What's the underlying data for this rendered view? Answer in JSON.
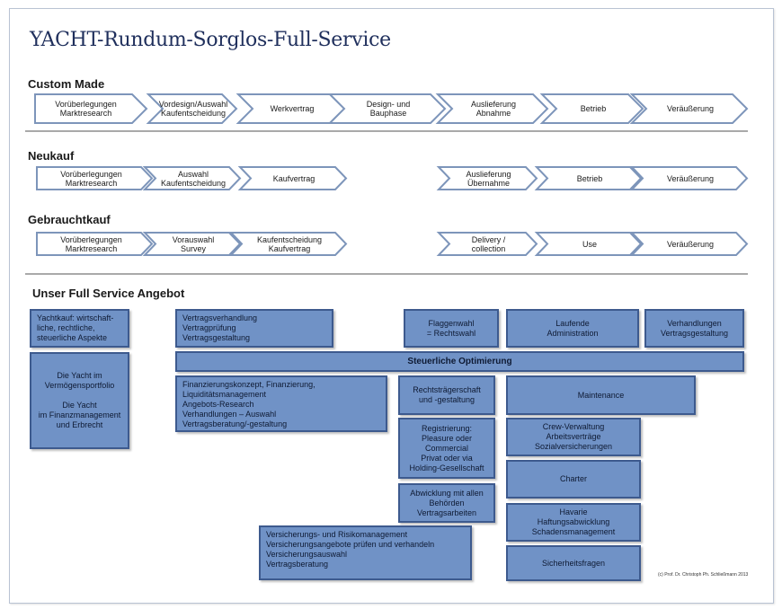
{
  "title": "YACHT-Rundum-Sorglos-Full-Service",
  "custom_made": {
    "heading": "Custom Made",
    "steps": [
      "Vorüberlegungen\nMarktresearch",
      "Vordesign/Auswahl\nKaufentscheidung",
      "Werkvertrag",
      "Design- und\nBauphase",
      "Auslieferung\nAbnahme",
      "Betrieb",
      "Veräußerung"
    ]
  },
  "neukauf": {
    "heading": "Neukauf",
    "steps": [
      "Vorüberlegungen\nMarktresearch",
      "Auswahl\nKaufentscheidung",
      "Kaufvertrag",
      "Auslieferung\nÜbernahme",
      "Betrieb",
      "Veräußerung"
    ]
  },
  "gebrauchtkauf": {
    "heading": "Gebrauchtkauf",
    "steps": [
      "Vorüberlegungen\nMarktresearch",
      "Vorauswahl\nSurvey",
      "Kaufentscheidung\nKaufvertrag",
      "Delivery /\ncollection",
      "Use",
      "Veräußerung"
    ]
  },
  "full_service": {
    "heading": "Unser Full Service Angebot",
    "boxes": {
      "yachtkauf": "Yachtkauf: wirtschaft-\nliche, rechtliche,\nsteuerliche Aspekte",
      "vermoegen": "Die Yacht im\nVermögensportfolio\n\nDie Yacht\nim Finanzmanagement\nund Erbrecht",
      "vertrag": "Vertragsverhandlung\nVertragprüfung\nVertragsgestaltung",
      "flaggenwahl": "Flaggenwahl\n= Rechtswahl",
      "laufende": "Laufende\nAdministration",
      "verhandlungen": "Verhandlungen\nVertragsgestaltung",
      "steuerlich": "Steuerliche Optimierung",
      "finanzierung": "Finanzierungskonzept, Finanzierung,\nLiquiditätsmanagement\nAngebots-Research\nVerhandlungen – Auswahl\nVertragsberatung/-gestaltung",
      "rechtstraeger": "Rechtsträgerschaft\nund -gestaltung",
      "maintenance": "Maintenance",
      "registrierung": "Registrierung:\nPleasure oder\nCommercial\nPrivat oder via\nHolding-Gesellschaft",
      "crew": "Crew-Verwaltung\nArbeitsverträge\nSozialversicherungen",
      "charter": "Charter",
      "abwicklung": "Abwicklung mit allen\nBehörden\nVertragsarbeiten",
      "havarie": "Havarie\nHaftungsabwicklung\nSchadensmanagement",
      "versicherung": "Versicherungs- und Risikomanagement\nVersicherungsangebote prüfen und verhandeln\nVersicherungsauswahl\nVertragsberatung",
      "sicherheit": "Sicherheitsfragen"
    }
  },
  "credit": "(c)  Prof. Dr. Christoph Ph. Schließmann  2013",
  "colors": {
    "title": "#1f2f5c",
    "chevron_stroke": "#7d95ba",
    "box_fill": "#7092c6",
    "box_border": "#3d5a8e"
  }
}
